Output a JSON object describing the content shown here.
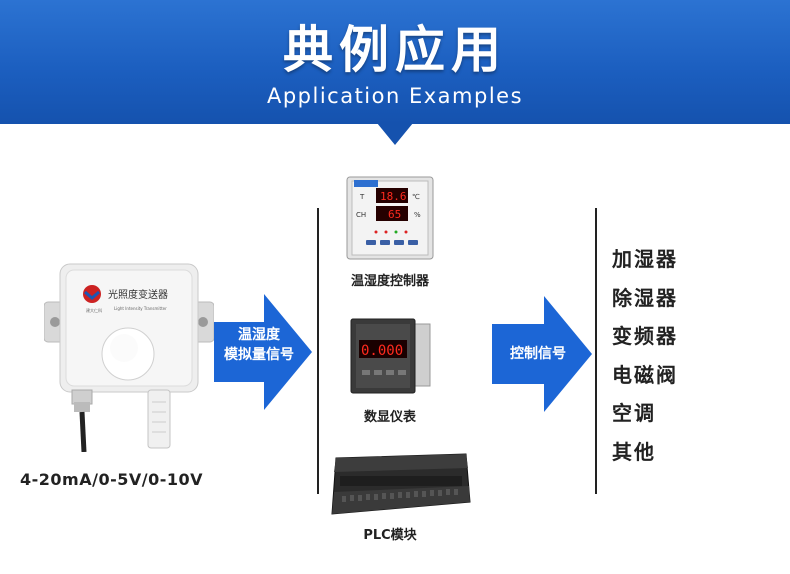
{
  "header": {
    "title_cn": "典例应用",
    "title_en": "Application Examples"
  },
  "sensor": {
    "label": "4-20mA/0-5V/0-10V",
    "panel_cn": "光照度变送器",
    "panel_en": "Light Intensity Transmitter",
    "brand": "建大仁科"
  },
  "arrow_left": {
    "line1": "温湿度",
    "line2": "模拟量信号"
  },
  "devices": {
    "controller": {
      "label": "温湿度控制器",
      "t_value": "18.6",
      "h_value": "65",
      "t_tag": "T",
      "h_tag": "CH",
      "t_unit": "℃",
      "h_unit": "%"
    },
    "meter": {
      "label": "数显仪表",
      "value": "0.000"
    },
    "plc": {
      "label": "PLC模块"
    }
  },
  "arrow_right": {
    "text": "控制信号"
  },
  "controls": [
    "加湿器",
    "除湿器",
    "变频器",
    "电磁阀",
    "空调",
    "其他"
  ],
  "colors": {
    "header_blue": "#1c5fc0",
    "arrow_blue": "#1c66d6",
    "led_red": "#e8231a"
  }
}
